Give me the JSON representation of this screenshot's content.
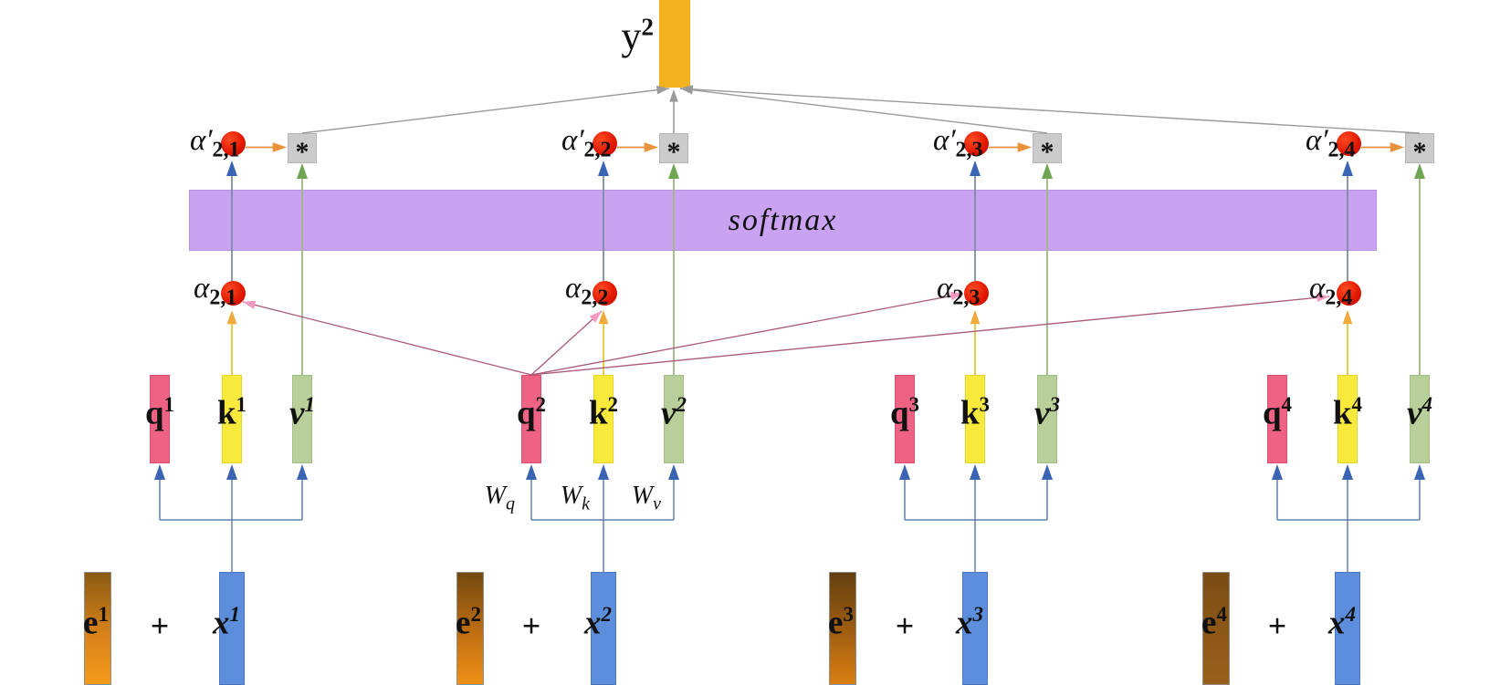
{
  "output": {
    "base": "y",
    "sup": "2"
  },
  "softmax": {
    "label": "softmax"
  },
  "weights": [
    {
      "base": "W",
      "sub": "q"
    },
    {
      "base": "W",
      "sub": "k"
    },
    {
      "base": "W",
      "sub": "v"
    }
  ],
  "groups": [
    {
      "q": {
        "base": "q",
        "sup": "1"
      },
      "k": {
        "base": "k",
        "sup": "1"
      },
      "v": {
        "base": "v",
        "sup": "1"
      },
      "e": {
        "base": "e",
        "sup": "1"
      },
      "x": {
        "base": "x",
        "sup": "1"
      },
      "plus": "+",
      "star": "*",
      "alpha_prime": {
        "base": "α′",
        "sub": "2,1"
      },
      "alpha": {
        "base": "α",
        "sub": "2,1"
      },
      "e_colors": [
        "#8a5a12",
        "#d8821a",
        "#f59a1b"
      ]
    },
    {
      "q": {
        "base": "q",
        "sup": "2"
      },
      "k": {
        "base": "k",
        "sup": "2"
      },
      "v": {
        "base": "v",
        "sup": "2"
      },
      "e": {
        "base": "e",
        "sup": "2"
      },
      "x": {
        "base": "x",
        "sup": "2"
      },
      "plus": "+",
      "star": "*",
      "alpha_prime": {
        "base": "α′",
        "sub": "2,2"
      },
      "alpha": {
        "base": "α",
        "sub": "2,2"
      },
      "e_colors": [
        "#74490f",
        "#c06f12",
        "#ef9016"
      ]
    },
    {
      "q": {
        "base": "q",
        "sup": "3"
      },
      "k": {
        "base": "k",
        "sup": "3"
      },
      "v": {
        "base": "v",
        "sup": "3"
      },
      "e": {
        "base": "e",
        "sup": "3"
      },
      "x": {
        "base": "x",
        "sup": "3"
      },
      "plus": "+",
      "star": "*",
      "alpha_prime": {
        "base": "α′",
        "sub": "2,3"
      },
      "alpha": {
        "base": "α",
        "sub": "2,3"
      },
      "e_colors": [
        "#634010",
        "#a35f10",
        "#d97f12"
      ]
    },
    {
      "q": {
        "base": "q",
        "sup": "4"
      },
      "k": {
        "base": "k",
        "sup": "4"
      },
      "v": {
        "base": "v",
        "sup": "4"
      },
      "e": {
        "base": "e",
        "sup": "4"
      },
      "x": {
        "base": "x",
        "sup": "4"
      },
      "plus": "+",
      "star": "*",
      "alpha_prime": {
        "base": "α′",
        "sub": "2,4"
      },
      "alpha": {
        "base": "α",
        "sub": "2,4"
      },
      "e_colors": [
        "#7a4c14",
        "#8d5817",
        "#98601a"
      ]
    }
  ],
  "colors": {
    "y_bar": "#f2b11d",
    "softmax_fill": "#c9a3f2",
    "q_bar": "#ee6283",
    "q_border": "#d84f70",
    "k_bar": "#f8e93d",
    "k_border": "#e5d525",
    "v_bar": "#b9cf9a",
    "v_border": "#a5bd84",
    "x_bar": "#5d8edc",
    "x_border": "#4a78c2",
    "e_border": "#8e8e8e",
    "star_box": "#cbcbcb",
    "dot": "#df1600",
    "wire_gray": "#9a9a9a",
    "wire_slate": "#7c8ca3",
    "wire_green": "#9fb582",
    "wire_yellow": "#e6cf4a",
    "wire_blue": "#6380aa",
    "wire_pink": "#a85878",
    "arrow_blue": "#3a64b4",
    "arrow_green": "#6fa653",
    "arrow_orange": "#e8923c",
    "arrow_gold": "#f2a93b",
    "arrow_pink": "#f49ac1"
  }
}
